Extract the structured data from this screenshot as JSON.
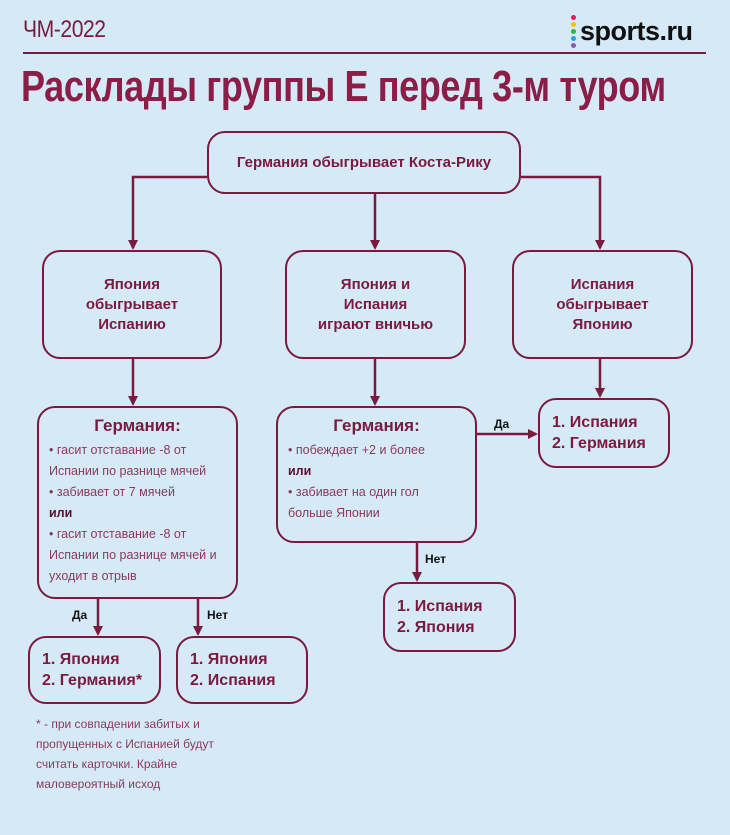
{
  "header": {
    "tag": "ЧМ-2022",
    "logo_text": "sports.ru",
    "logo_dot_colors": [
      "#e6195a",
      "#f5c400",
      "#2fb34a",
      "#2a9fe0",
      "#8a5aa8"
    ],
    "title": "Расклады группы Е перед 3-м туром"
  },
  "colors": {
    "accent": "#7a1a3e",
    "background": "#d5e9f7"
  },
  "diagram": {
    "root": "Германия обыгрывает Коста-Рику",
    "branches": [
      {
        "scenario": "Япония обыгрывает Испанию",
        "condition": {
          "heading": "Германия:",
          "lines": [
            "• гасит отставание -8 от Испании по разнице мячей",
            "• забивает от 7 мячей",
            "или",
            "• гасит отставание -8 от Испании по разнице мячей и уходит в отрыв"
          ]
        },
        "yes_label": "Да",
        "no_label": "Нет",
        "yes_result": [
          "1. Япония",
          "2. Германия*"
        ],
        "no_result": [
          "1. Япония",
          "2. Испания"
        ],
        "footnote": "* - при совпадении забитых и пропущенных с Испанией будут считать карточки. Крайне маловероятный исход"
      },
      {
        "scenario": "Япония и Испания играют вничью",
        "condition": {
          "heading": "Германия:",
          "lines": [
            "• побеждает +2 и более",
            "или",
            "• забивает на один гол больше Японии"
          ]
        },
        "yes_label": "Да",
        "no_label": "Нет",
        "no_result": [
          "1. Испания",
          "2. Япония"
        ]
      },
      {
        "scenario": "Испания обыгрывает Японию",
        "result": [
          "1. Испания",
          "2. Германия"
        ]
      }
    ]
  }
}
